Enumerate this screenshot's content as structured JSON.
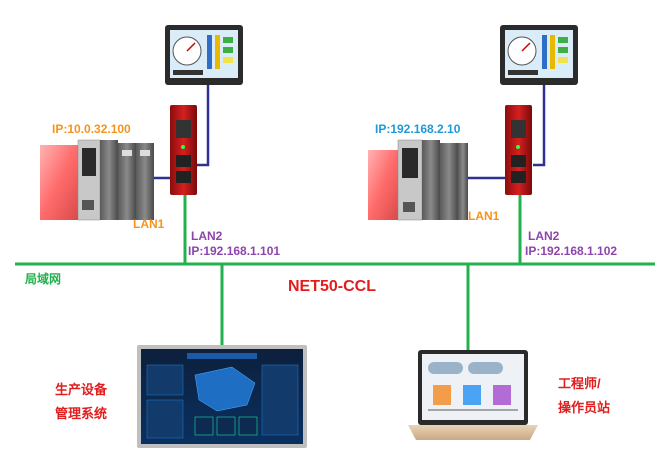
{
  "left_node": {
    "plc_ip": "IP:10.0.32.100",
    "lan1": "LAN1",
    "lan2": "LAN2",
    "lan2_ip": "IP:192.168.1.101"
  },
  "right_node": {
    "plc_ip": "IP:192.168.2.10",
    "lan1": "LAN1",
    "lan2": "LAN2",
    "lan2_ip": "IP:192.168.1.102"
  },
  "network": {
    "lan_label": "局域网",
    "bus_label": "NET50-CCL"
  },
  "clients": {
    "mes_line1": "生产设备",
    "mes_line2": "管理系统",
    "eng_line1": "工程师/",
    "eng_line2": "操作员站"
  },
  "colors": {
    "lan_line": "#22b14c",
    "lan1_line": "#2e3192",
    "hmi_line": "#2e3192",
    "orange": "#f7931e",
    "blue": "#1e9ad6",
    "purple": "#8e44ad",
    "red": "#e01e1e"
  }
}
